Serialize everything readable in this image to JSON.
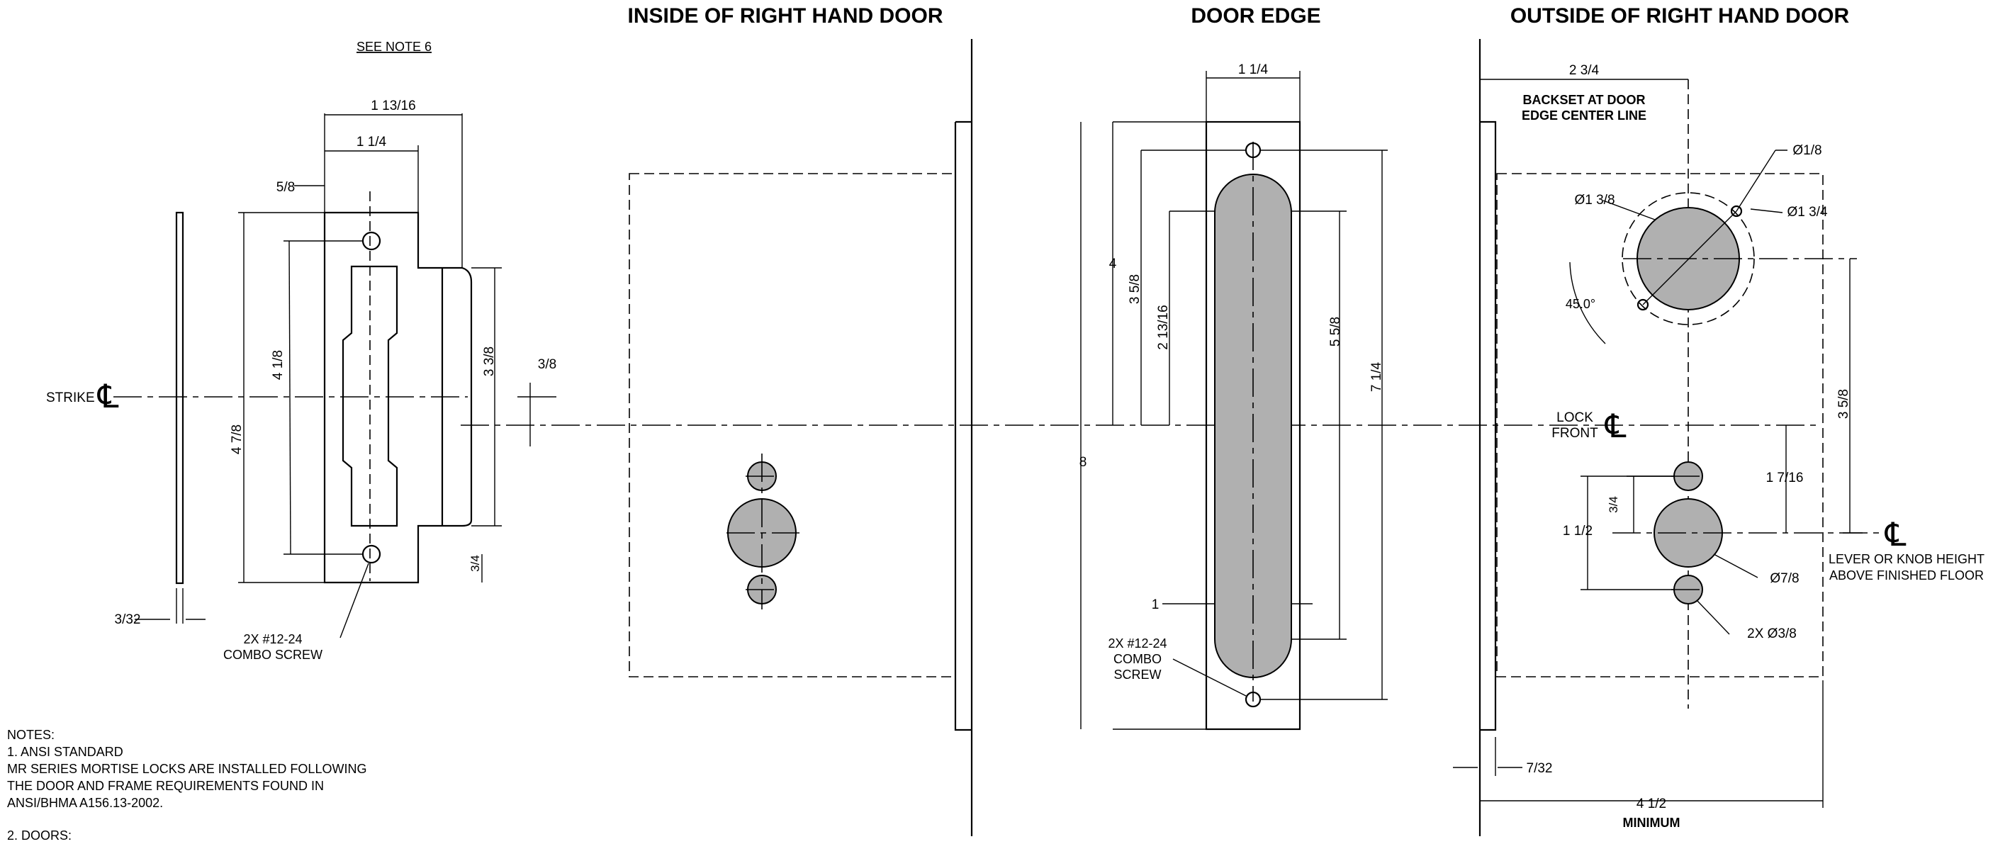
{
  "views": {
    "inside_title": "INSIDE OF RIGHT HAND DOOR",
    "edge_title": "DOOR EDGE",
    "outside_title": "OUTSIDE OF RIGHT HAND DOOR"
  },
  "strike": {
    "see_note": "SEE NOTE 6",
    "strike_label": "STRIKE",
    "screw_callout_1": "2X #12-24",
    "screw_callout_2": "COMBO SCREW",
    "dims": {
      "overall_width": "1 13/16",
      "inner_width": "1 1/4",
      "offset": "5/8",
      "height_4_1_8": "4 1/8",
      "height_4_7_8": "4 7/8",
      "lip_3_3_8": "3 3/8",
      "centerline_3_8": "3/8",
      "bottom_3_4": "3/4",
      "thickness_3_32": "3/32"
    }
  },
  "edge": {
    "width": "1 1/4",
    "dim_4": "4",
    "dim_3_5_8": "3 5/8",
    "dim_2_13_16": "2 13/16",
    "dim_5_5_8": "5 5/8",
    "dim_7_1_4": "7 1/4",
    "dim_8": "8",
    "dim_1": "1",
    "screw_1": "2X #12-24",
    "screw_2": "COMBO",
    "screw_3": "SCREW"
  },
  "outside": {
    "backset_dim": "2 3/4",
    "backset_1": "BACKSET AT DOOR",
    "backset_2": "EDGE CENTER LINE",
    "dia_1_8": "Ø1/8",
    "dia_1_3_8": "Ø1 3/8",
    "dia_1_3_4": "Ø1 3/4",
    "angle": "45.0°",
    "lock_front_1": "LOCK",
    "lock_front_2": "FRONT",
    "dim_3_5_8": "3 5/8",
    "dim_1_7_16": "1 7/16",
    "dim_3_4": "3/4",
    "dim_1_1_2": "1 1/2",
    "dia_7_8": "Ø7/8",
    "dia_2x_3_8": "2X Ø3/8",
    "lever_1": "LEVER OR KNOB HEIGHT",
    "lever_2": "ABOVE FINISHED FLOOR",
    "dim_7_32": "7/32",
    "dim_4_1_2": "4 1/2",
    "minimum": "MINIMUM"
  },
  "notes": {
    "heading": "NOTES:",
    "n1_title": "1.  ANSI STANDARD",
    "n1_l1": "MR SERIES MORTISE LOCKS ARE INSTALLED FOLLOWING",
    "n1_l2": "THE DOOR AND FRAME REQUIREMENTS FOUND IN",
    "n1_l3": "ANSI/BHMA A156.13-2002.",
    "n2_title": "2.  DOORS:"
  }
}
